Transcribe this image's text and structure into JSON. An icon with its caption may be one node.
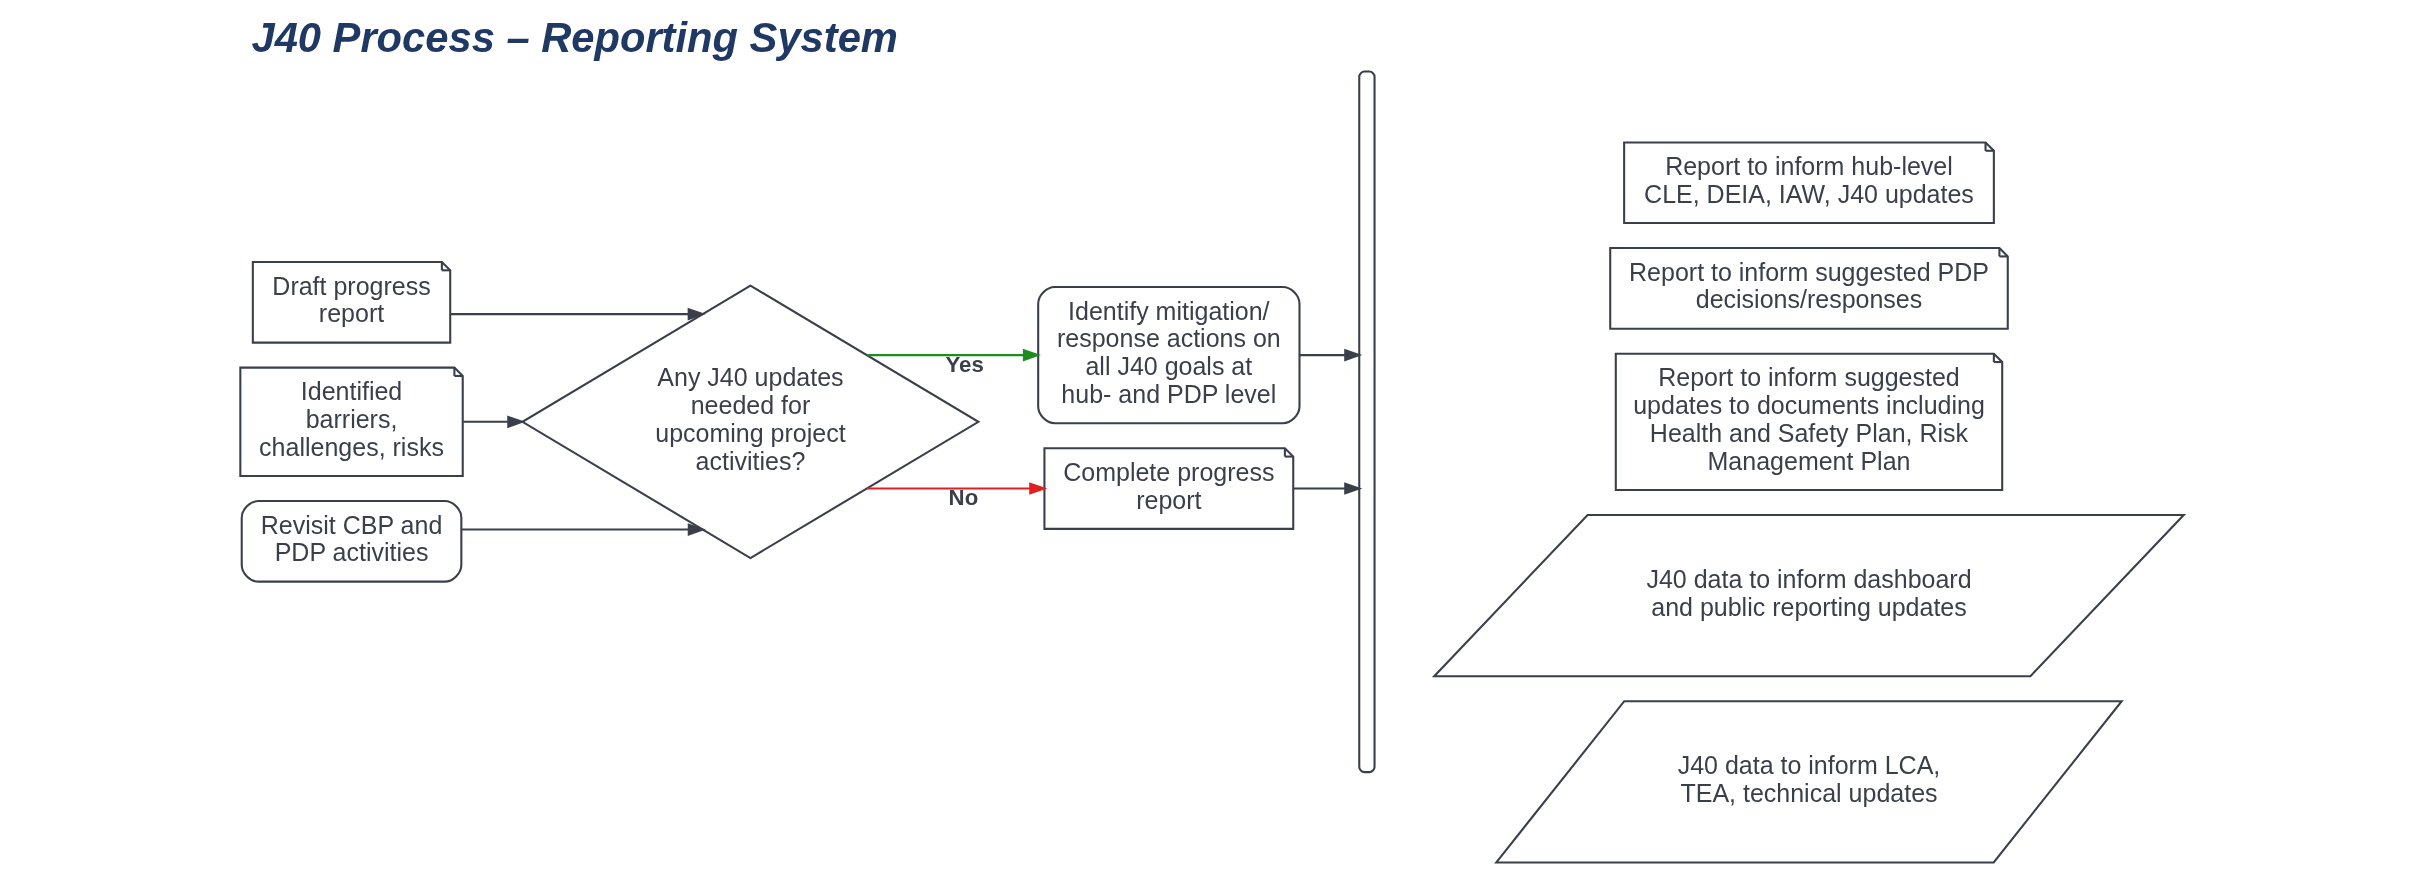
{
  "diagram": {
    "title": "J40 Process – Reporting System",
    "nodes": [
      {
        "text": [
          "Draft progress report"
        ]
      },
      {
        "text": [
          "Identified barriers, challenges, risks"
        ]
      },
      {
        "text": [
          "Revisit CBP and PDP activities"
        ]
      },
      {
        "text": [
          "Any J40 updates needed for upcoming project activities?"
        ]
      },
      {
        "text": [
          "Identify mitigation/ response actions on all J40 goals at hub- and PDP level"
        ]
      },
      {
        "text": [
          "Complete progress report"
        ]
      },
      {
        "text": [],
        "shape": "brace"
      },
      {
        "text": [
          "Report to inform hub-level CLE, DEIA, IAW, J40 updates"
        ]
      },
      {
        "text": [
          "Report to inform suggested PDP decisions/responses"
        ]
      },
      {
        "text": [
          "Report to inform suggested updates to documents including Health and Safety Plan, Risk Management Plan"
        ]
      },
      {
        "text": [
          "J40 data to inform dashboard and public reporting updates"
        ]
      },
      {
        "text": [
          "J40 data to inform LCA, TEA, technical updates"
        ]
      }
    ],
    "edges": [
      {
        "from": 0,
        "to": 3,
        "arrow": "to"
      },
      {
        "from": 1,
        "to": 3,
        "arrow": "to"
      },
      {
        "from": 2,
        "to": 3,
        "arrow": "to"
      },
      {
        "from": 3,
        "to": 4,
        "arrow": "to",
        "label": "Yes",
        "color": "#1e8c1e"
      },
      {
        "from": 3,
        "to": 5,
        "arrow": "to",
        "label": "No",
        "color": "#e02020"
      },
      {
        "from": 4,
        "to": 6,
        "arrow": "to"
      },
      {
        "from": 5,
        "to": 6,
        "arrow": "to"
      }
    ]
  }
}
